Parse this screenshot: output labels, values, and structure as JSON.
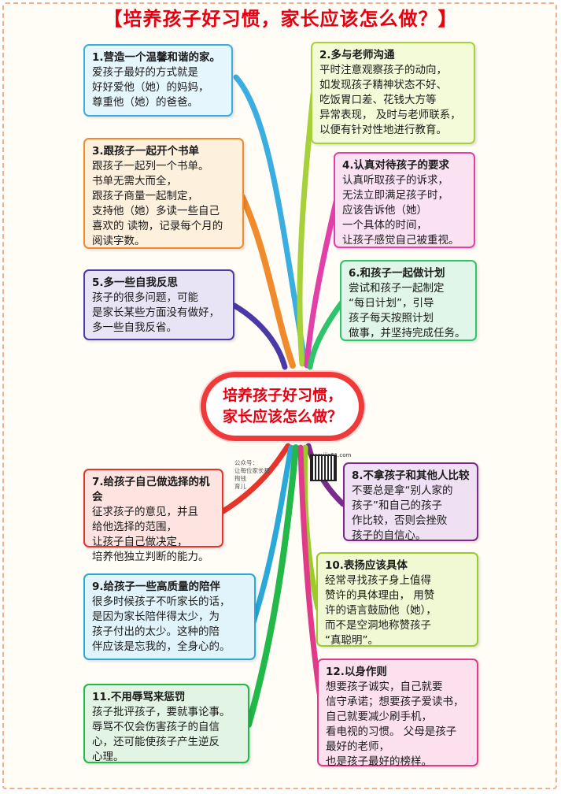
{
  "title": "【培养孩子好习惯，家长应该怎么做？】",
  "center": "培养孩子好习惯，\n家长应该怎么做？",
  "watermark": {
    "lines": "公众号：   \n让每位家长都  \n掏钱   \n育儿  ",
    "site": "www.ijjs61.com"
  },
  "items": [
    {
      "title": "1.营造一个温馨和谐的家。",
      "body": "爱孩子最好的方式就是\n好好爱他（她）的妈妈，\n尊重他（她）的爸爸。",
      "color": "#3aaee0"
    },
    {
      "title": "2.多与老师沟通",
      "body": "平时注意观察孩子的动向，\n如发现孩子精神状态不好、\n吃饭胃口差、花钱大方等\n异常表现， 及时与老师联系，\n以便有针对性地进行教育。",
      "color": "#a6d13a"
    },
    {
      "title": "3.跟孩子一起开个书单",
      "body": "跟孩子一起列一个书单。\n书单无需大而全，\n跟孩子商量一起制定，\n支持他（她）多读一些自己\n喜欢的 读物，记录每个月的\n阅读字数。",
      "color": "#f08a2a"
    },
    {
      "title": "4.认真对待孩子的要求",
      "body": "认真听取孩子的诉求，\n无法立即满足孩子时，\n应该告诉他（她）\n一个具体的时间，\n让孩子感觉自己被重视。",
      "color": "#e040a8"
    },
    {
      "title": "5.多一些自我反思",
      "body": "孩子的很多问题，可能\n是家长某些方面没有做好，\n多一些自我反省。",
      "color": "#4a3aa8"
    },
    {
      "title": "6.和孩子一起做计划",
      "body": "尝试和孩子一起制定\n“每日计划”，引导\n孩子每天按照计划\n做事，并坚持完成任务。",
      "color": "#2ec46a"
    },
    {
      "title": "7.给孩子自己做选择的机会",
      "body": "征求孩子的意见，并且\n给他选择的范围，\n让孩子自己做决定，\n培养他独立判断的能力。",
      "color": "#e8332a"
    },
    {
      "title": "8.不拿孩子和其他人比较",
      "body": "不要总是拿“别人家的\n孩子”和自己的孩子\n作比较，否则会挫败\n孩子的自信心。",
      "color": "#7a2a8a"
    },
    {
      "title": "9.给孩子一些高质量的陪伴",
      "body": "很多时候孩子不听家长的话，\n是因为家长陪伴得太少，为\n孩子付出的太少。这种的陪\n伴应该是忘我的，全身心的。",
      "color": "#2aa8d8"
    },
    {
      "title": "10.表扬应该具体",
      "body": "经常寻找孩子身上值得\n赞许的具体理由， 用赞\n许的语言鼓励他（她），\n而不是空洞地称赞孩子\n“真聪明”。",
      "color": "#9acb2a"
    },
    {
      "title": "11.不用辱骂来惩罚",
      "body": "孩子批评孩子，要就事论事。\n辱骂不仅会伤害孩子的自信\n心，还可能使孩子产生逆反\n心理。",
      "color": "#22b84a"
    },
    {
      "title": "12.以身作则",
      "body": "想要孩子诚实，自己就要\n信守承诺；想要孩子爱读书，\n自己就要减少刷手机，\n看电视的习惯。 父母是孩子\n最好的老师，\n也是孩子最好的榜样。",
      "color": "#e23a8a"
    }
  ]
}
